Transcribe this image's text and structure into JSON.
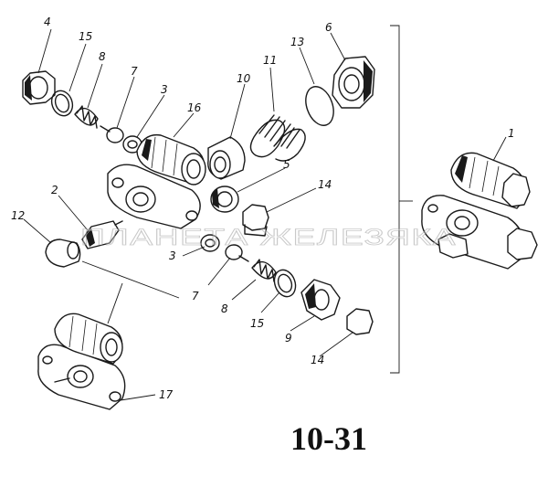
{
  "figure": {
    "number": "10-31",
    "watermark": "ПЛАНЕТА ЖЕЛЕЗЯКА"
  },
  "labels": {
    "l1": "1",
    "l2": "2",
    "l3a": "3",
    "l3b": "3",
    "l4": "4",
    "l5": "5",
    "l6": "6",
    "l7a": "7",
    "l7b": "7",
    "l8a": "8",
    "l8b": "8",
    "l9": "9",
    "l10": "10",
    "l11": "11",
    "l12": "12",
    "l13": "13",
    "l14a": "14",
    "l14b": "14",
    "l15a": "15",
    "l15b": "15",
    "l16": "16",
    "l17": "17"
  }
}
